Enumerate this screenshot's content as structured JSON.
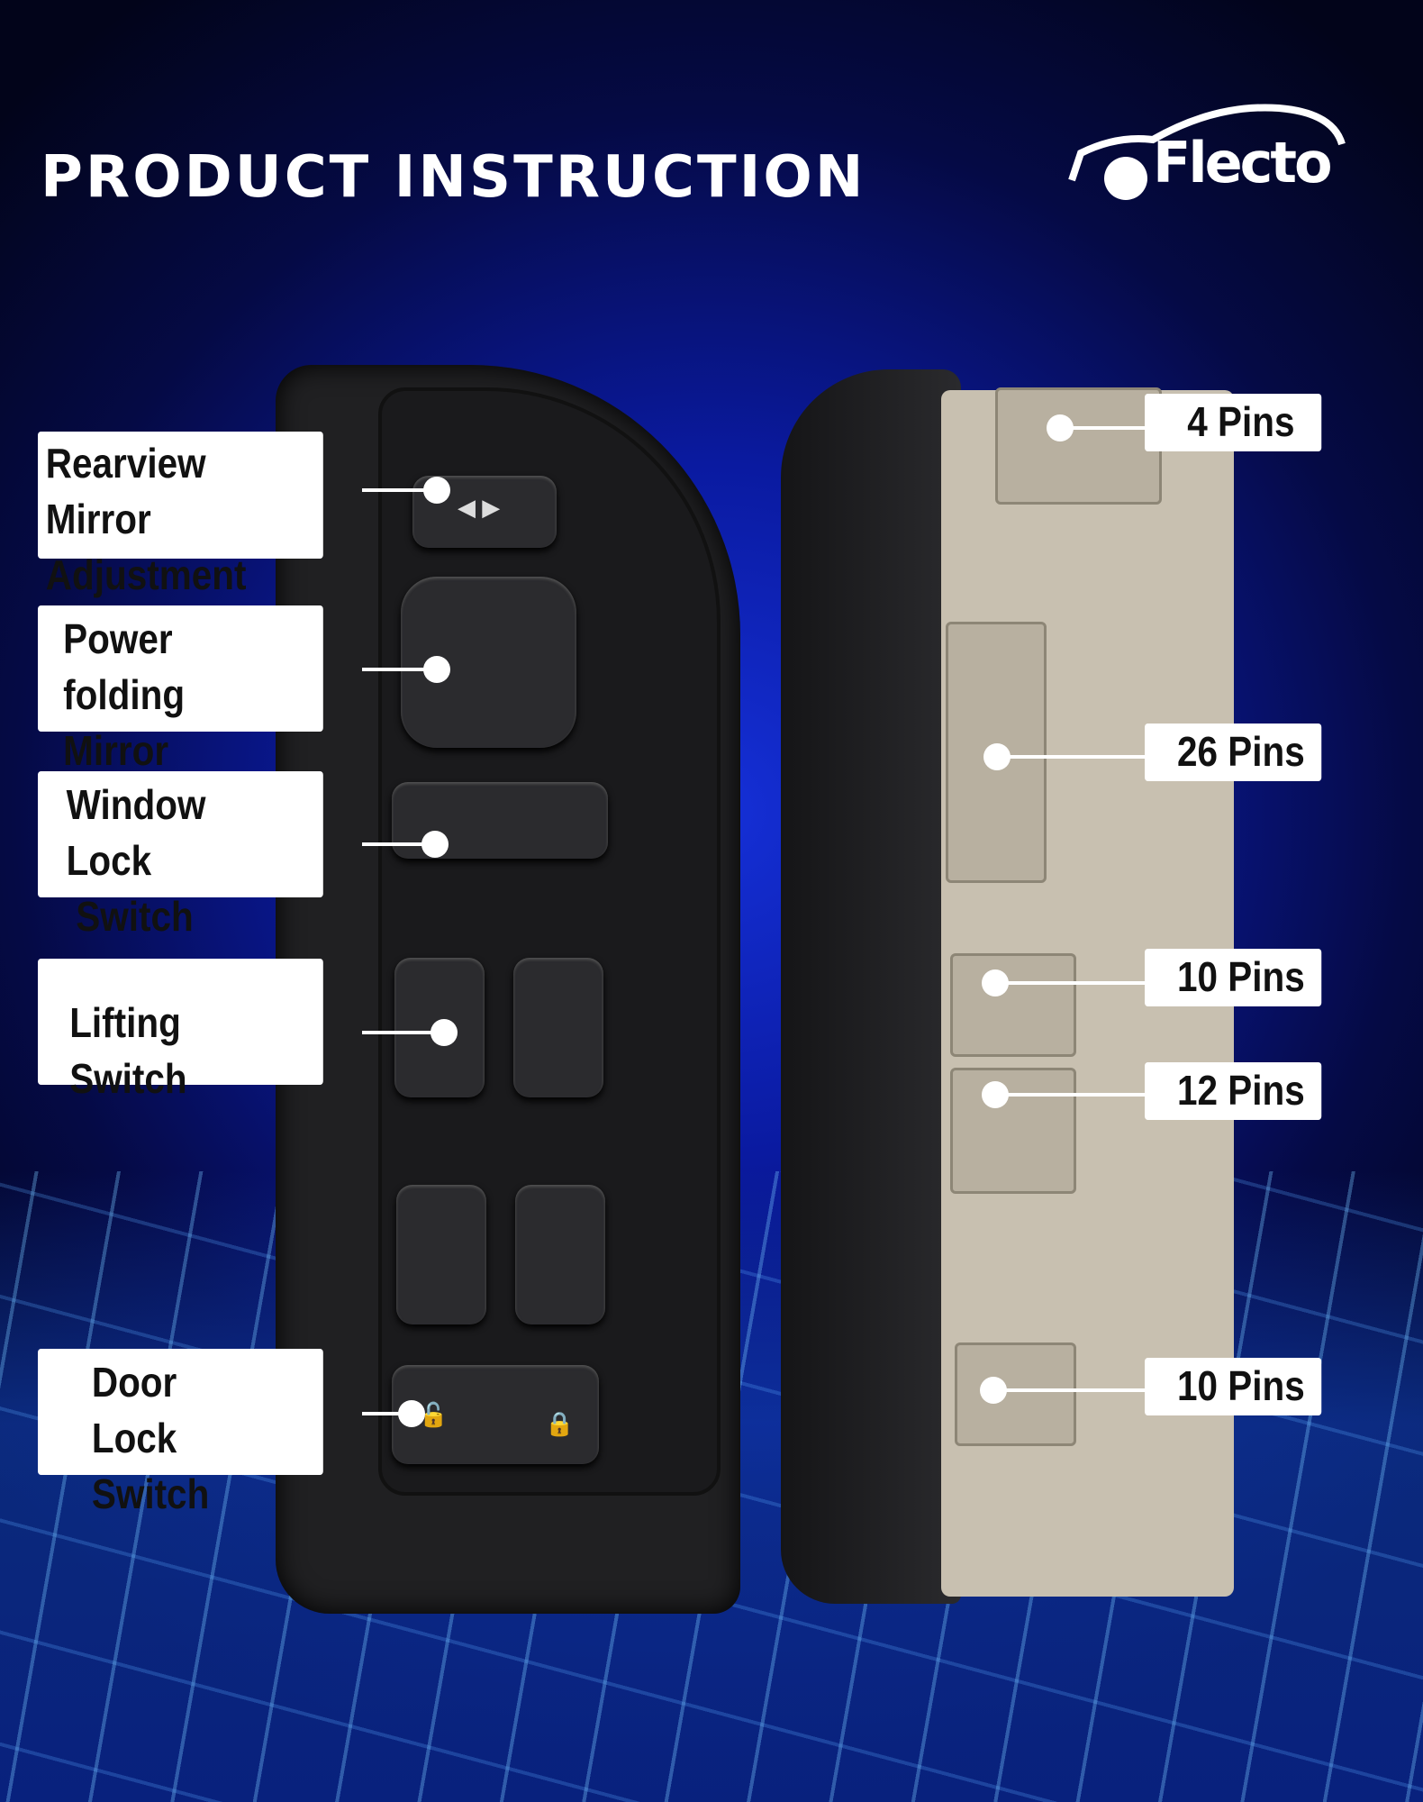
{
  "title": "PRODUCT INSTRUCTION",
  "brand": "Flecto",
  "left_labels": [
    {
      "line1": "Rearview Mirror",
      "line2": "Adjustment"
    },
    {
      "line1": "Power folding",
      "line2": "Mirror"
    },
    {
      "line1": "Window Lock",
      "line2": "Switch"
    },
    {
      "line1": "Lifting Switch",
      "line2": ""
    },
    {
      "line1": "Door Lock",
      "line2": "Switch"
    }
  ],
  "right_labels": [
    "4 Pins",
    "26 Pins",
    "10 Pins",
    "12 Pins",
    "10 Pins"
  ]
}
